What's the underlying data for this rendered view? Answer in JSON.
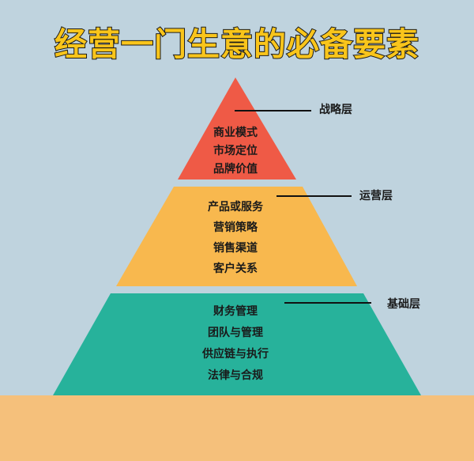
{
  "title": "经营一门生意的必备要素",
  "colors": {
    "background": "#bfd3de",
    "strategy": "#ef5a46",
    "operations": "#f8b84e",
    "foundation": "#27b29b",
    "ground": "#f5c07b",
    "title": "#f9c51b"
  },
  "layers": [
    {
      "label": "战略层",
      "items": [
        "商业模式",
        "市场定位",
        "品牌价值"
      ]
    },
    {
      "label": "运营层",
      "items": [
        "产品或服务",
        "营销策略",
        "销售渠道",
        "客户关系"
      ]
    },
    {
      "label": "基础层",
      "items": [
        "财务管理",
        "团队与管理",
        "供应链与执行",
        "法律与合规"
      ]
    }
  ]
}
